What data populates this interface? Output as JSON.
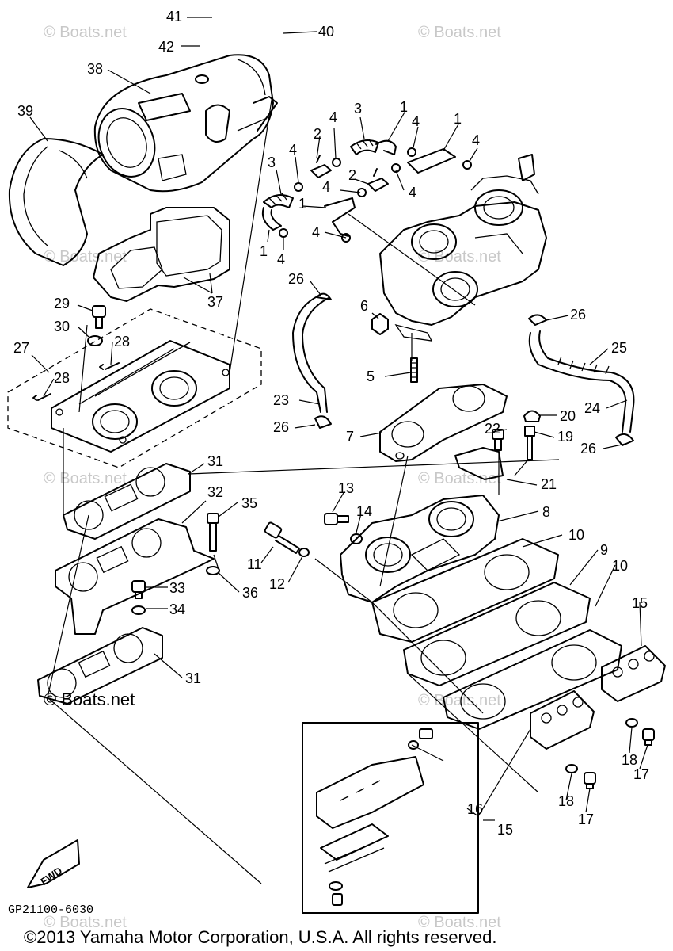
{
  "watermark": "© Boats.net",
  "watermark_corner": "© Boats.net",
  "reference_code": "GP21100-6030",
  "direction_label": "FWD",
  "copyright": "©2013 Yamaha Motor Corporation, U.S.A. All rights reserved.",
  "callouts": {
    "c41": "41",
    "c42": "42",
    "c40": "40",
    "c38": "38",
    "c39": "39",
    "c3a": "3",
    "c1a": "1",
    "c4a": "4",
    "c4b": "4",
    "c1b": "1",
    "c4c": "4",
    "c2a": "2",
    "c4d": "4",
    "c3b": "3",
    "c2b": "2",
    "c4e": "4",
    "c4f": "4",
    "c1c": "1",
    "c4g": "4",
    "c1d": "1",
    "c4h": "4",
    "c37": "37",
    "c26a": "26",
    "c29": "29",
    "c30": "30",
    "c28a": "28",
    "c27": "27",
    "c28b": "28",
    "c6": "6",
    "c26b": "26",
    "c25": "25",
    "c5": "5",
    "c23": "23",
    "c26c": "26",
    "c24": "24",
    "c20": "20",
    "c22": "22",
    "c19": "19",
    "c26d": "26",
    "c7": "7",
    "c21": "21",
    "c31a": "31",
    "c32": "32",
    "c35": "35",
    "c13": "13",
    "c14": "14",
    "c8": "8",
    "c11": "11",
    "c12": "12",
    "c10a": "10",
    "c9": "9",
    "c33": "33",
    "c36": "36",
    "c34": "34",
    "c10b": "10",
    "c15a": "15",
    "c31b": "31",
    "c18a": "18",
    "c17a": "17",
    "c16": "16",
    "c15b": "15",
    "c18b": "18",
    "c17b": "17"
  }
}
